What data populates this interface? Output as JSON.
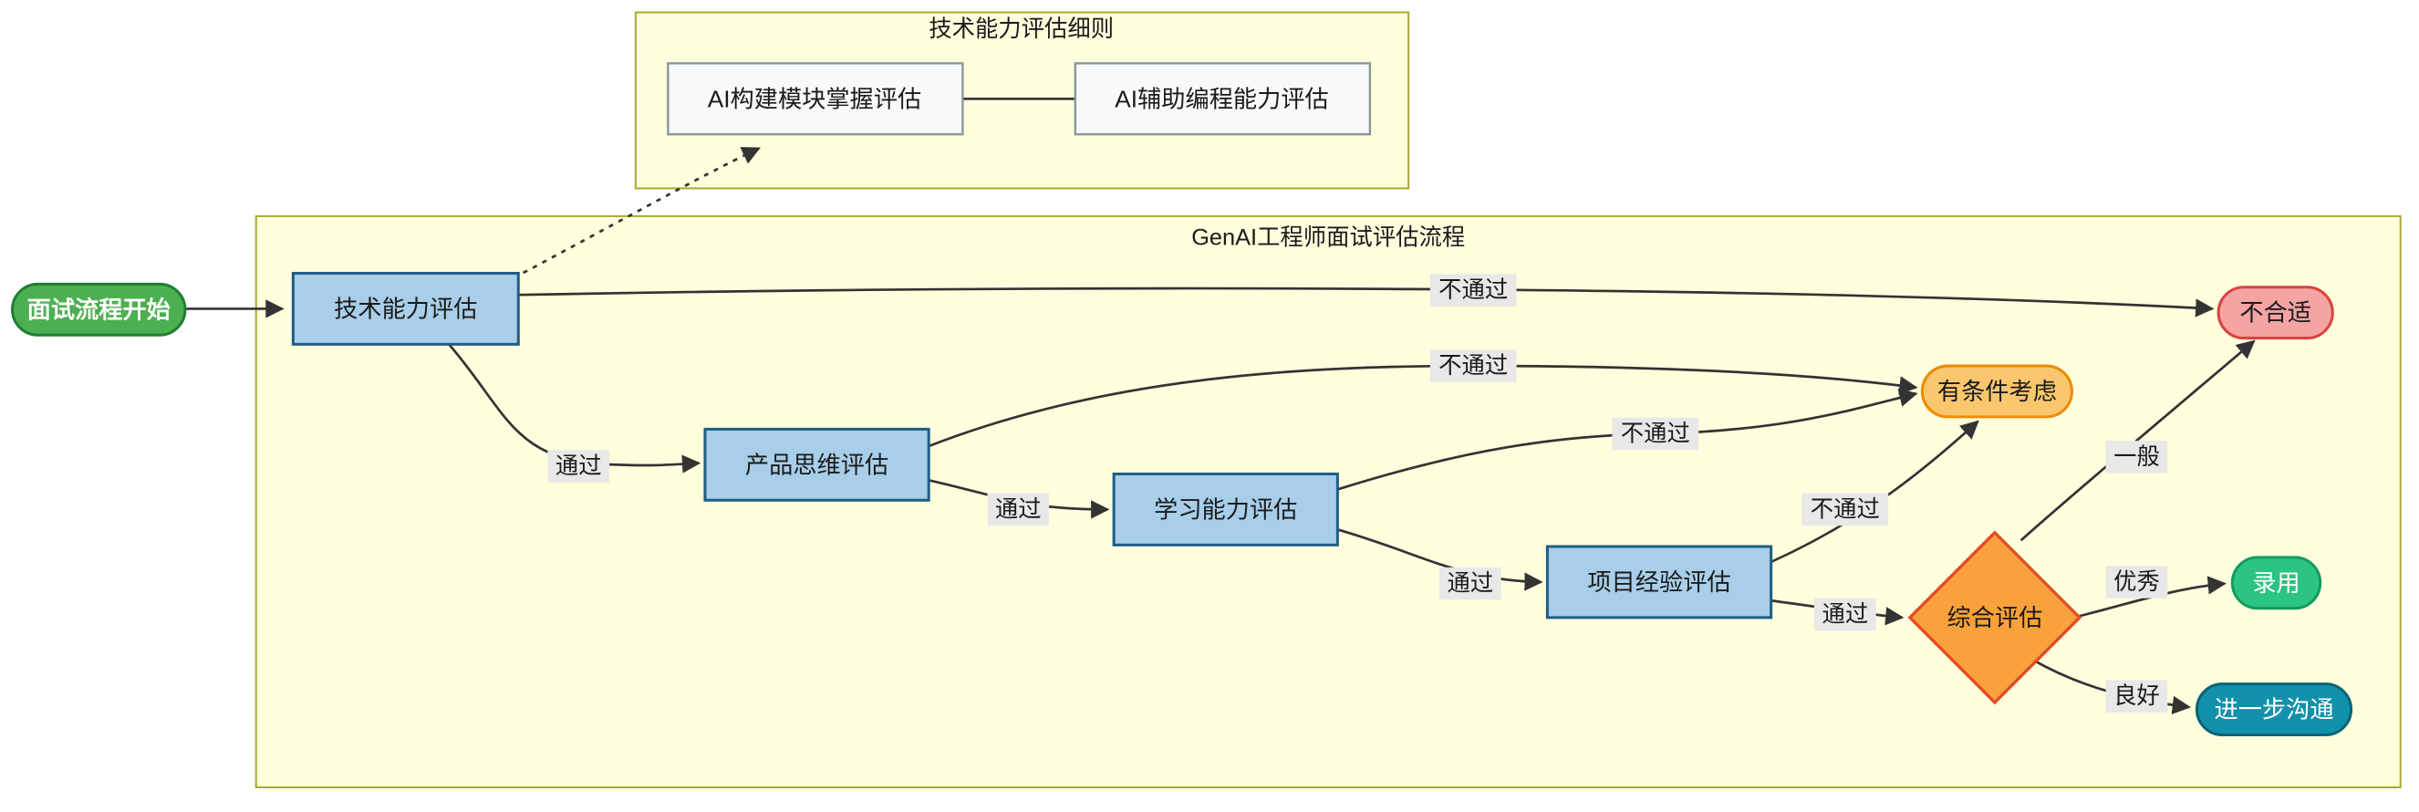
{
  "diagram": {
    "main_title": "GenAI工程师面试评估流程",
    "detail_title": "技术能力评估细则",
    "nodes": {
      "start": {
        "label": "面试流程开始",
        "shape": "stadium"
      },
      "tech": {
        "label": "技术能力评估",
        "shape": "rect"
      },
      "product": {
        "label": "产品思维评估",
        "shape": "rect"
      },
      "learning": {
        "label": "学习能力评估",
        "shape": "rect"
      },
      "project": {
        "label": "项目经验评估",
        "shape": "rect"
      },
      "decision": {
        "label": "综合评估",
        "shape": "diamond"
      },
      "reject": {
        "label": "不合适",
        "shape": "stadium"
      },
      "conditional": {
        "label": "有条件考虑",
        "shape": "stadium"
      },
      "hire": {
        "label": "录用",
        "shape": "stadium"
      },
      "further": {
        "label": "进一步沟通",
        "shape": "stadium"
      },
      "detail_module": {
        "label": "AI构建模块掌握评估",
        "shape": "rect"
      },
      "detail_coding": {
        "label": "AI辅助编程能力评估",
        "shape": "rect"
      }
    },
    "edges": [
      {
        "from": "面试流程开始",
        "to": "技术能力评估",
        "label": "",
        "style": "solid"
      },
      {
        "from": "技术能力评估",
        "to": "不合适",
        "label": "不通过",
        "style": "solid"
      },
      {
        "from": "技术能力评估",
        "to": "产品思维评估",
        "label": "通过",
        "style": "solid"
      },
      {
        "from": "技术能力评估",
        "to": "技术能力评估细则",
        "label": "",
        "style": "dotted"
      },
      {
        "from": "产品思维评估",
        "to": "有条件考虑",
        "label": "不通过",
        "style": "solid"
      },
      {
        "from": "产品思维评估",
        "to": "学习能力评估",
        "label": "通过",
        "style": "solid"
      },
      {
        "from": "学习能力评估",
        "to": "有条件考虑",
        "label": "不通过",
        "style": "solid"
      },
      {
        "from": "学习能力评估",
        "to": "项目经验评估",
        "label": "通过",
        "style": "solid"
      },
      {
        "from": "项目经验评估",
        "to": "有条件考虑",
        "label": "不通过",
        "style": "solid"
      },
      {
        "from": "项目经验评估",
        "to": "综合评估",
        "label": "通过",
        "style": "solid"
      },
      {
        "from": "综合评估",
        "to": "不合适",
        "label": "一般",
        "style": "solid"
      },
      {
        "from": "综合评估",
        "to": "录用",
        "label": "优秀",
        "style": "solid"
      },
      {
        "from": "综合评估",
        "to": "进一步沟通",
        "label": "良好",
        "style": "solid"
      },
      {
        "from": "AI构建模块掌握评估",
        "to": "AI辅助编程能力评估",
        "label": "",
        "style": "plain"
      }
    ]
  },
  "colors": {
    "edge": "#333333",
    "label_bg": "#e8e8e8",
    "subgraph_fill": "#ffffde",
    "subgraph_border": "#aaaa33",
    "process_fill": "#a8cee9",
    "process_border": "#205e86",
    "detail_fill": "#f7f9fb",
    "detail_border": "#8a949c",
    "start_fill": "#4caf50",
    "start_border": "#1e7e34",
    "reject_fill": "#f5a3a3",
    "reject_border": "#d9443e",
    "conditional_fill": "#fac76f",
    "conditional_border": "#ed8b00",
    "hire_fill": "#2bc482",
    "hire_border": "#169a60",
    "further_fill": "#1191ab",
    "further_border": "#0b6377",
    "decision_fill": "#f9a13a",
    "decision_border": "#e44d26"
  }
}
